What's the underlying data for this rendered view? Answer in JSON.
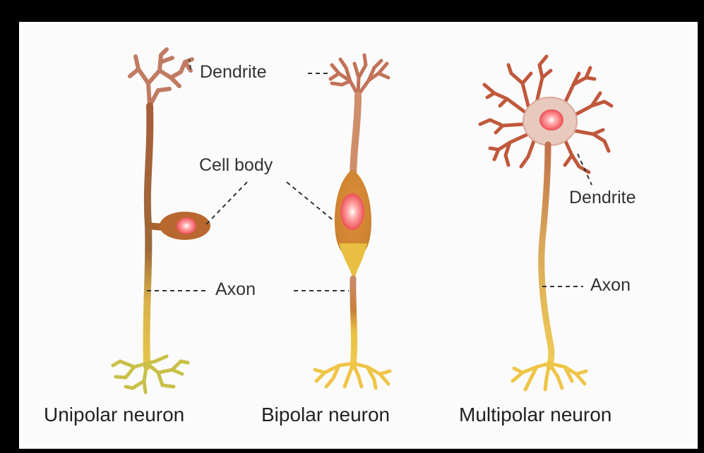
{
  "labels": {
    "dendrite_top": "Dendrite",
    "cell_body": "Cell body",
    "axon_center": "Axon",
    "dendrite_right": "Dendrite",
    "axon_right": "Axon"
  },
  "captions": {
    "unipolar": "Unipolar neuron",
    "bipolar": "Bipolar neuron",
    "multipolar": "Multipolar neuron"
  },
  "colors": {
    "dendrite": "#b8623a",
    "axon": "#e8c34a",
    "body_unipolar": "#b8672e",
    "body_bipolar": "#e0a93a",
    "nucleus": "#f2686a",
    "body_multipolar": "#e8c9bd"
  }
}
